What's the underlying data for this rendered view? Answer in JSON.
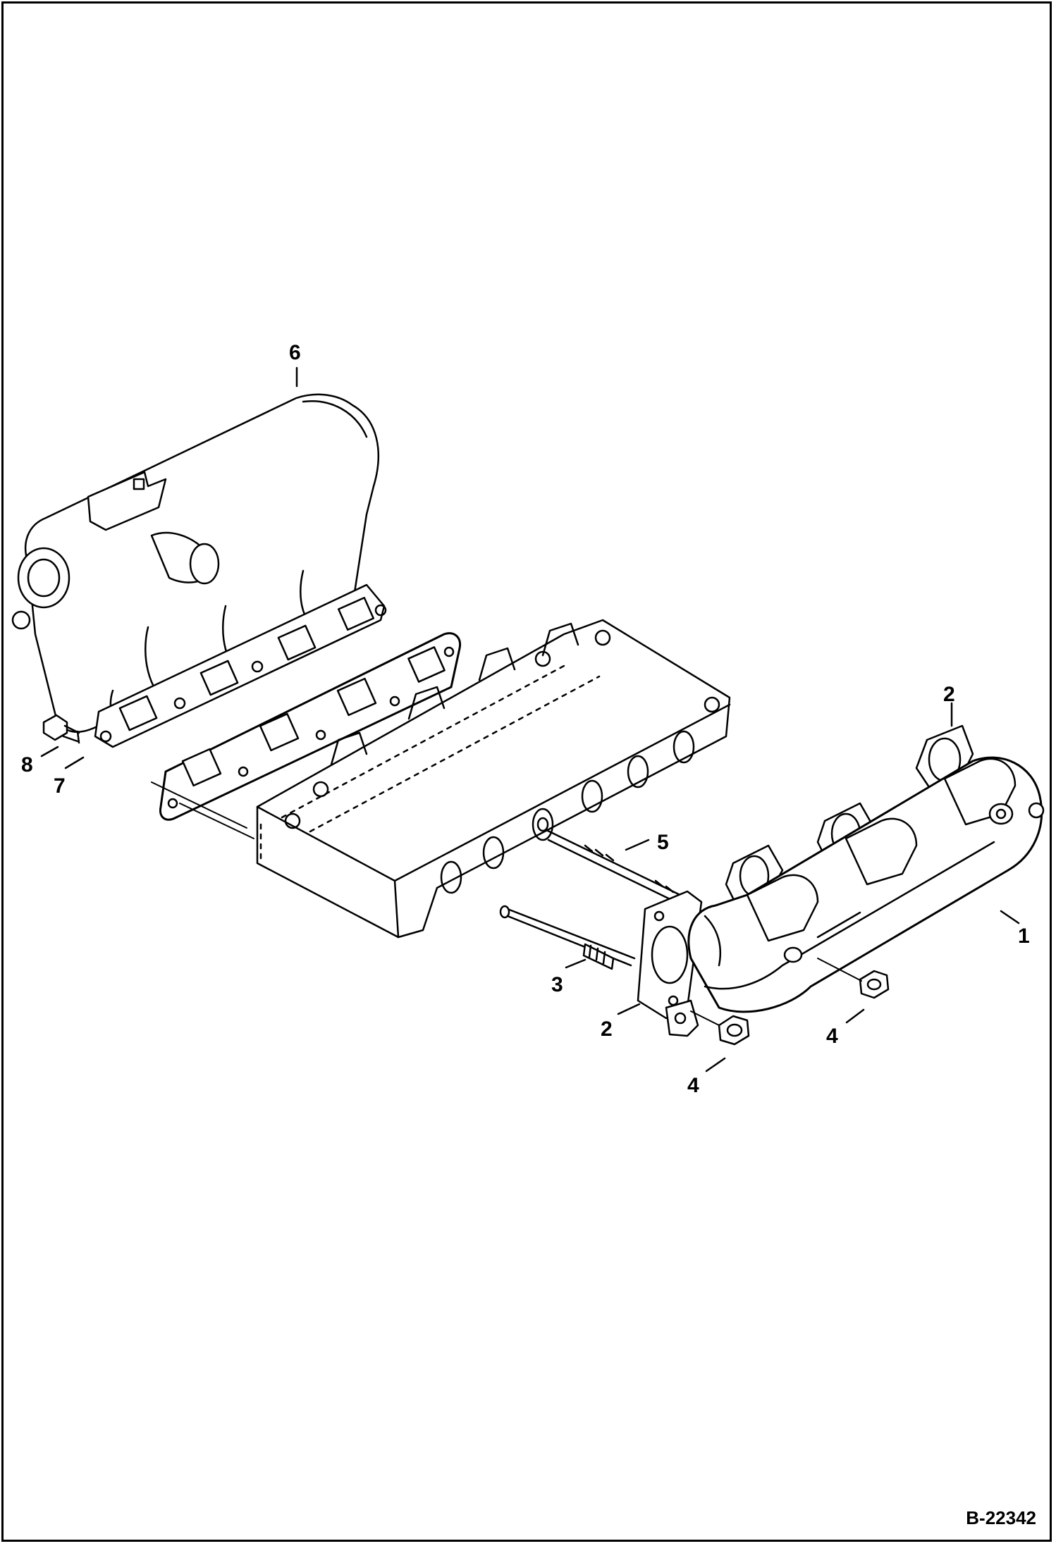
{
  "diagram": {
    "reference": "B-22342",
    "callouts": {
      "c1": "1",
      "c2a": "2",
      "c2b": "2",
      "c3": "3",
      "c4a": "4",
      "c4b": "4",
      "c5": "5",
      "c6": "6",
      "c7": "7",
      "c8": "8"
    }
  }
}
